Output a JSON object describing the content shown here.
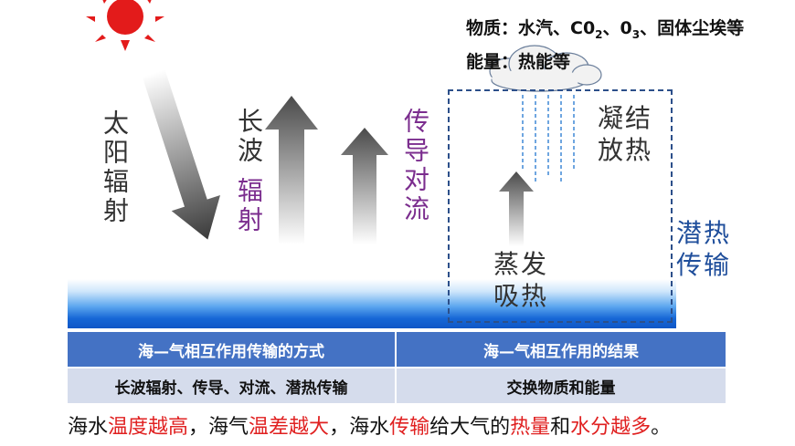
{
  "labels": {
    "solar": "太阳辐射",
    "longwave_1": "长波",
    "longwave_2": "辐射",
    "conduction": "传导对流",
    "condense_1": "凝结",
    "condense_2": "放热",
    "evap_1": "蒸发",
    "evap_2": "吸热",
    "latent_1": "潜热",
    "latent_2": "传输"
  },
  "info": {
    "matter_prefix": "物质：水汽、C0",
    "matter_sub1": "2",
    "matter_mid": "、0",
    "matter_sub2": "3",
    "matter_suffix": "、固体尘埃等",
    "energy": "能量：热能等"
  },
  "table": {
    "headers": [
      "海—气相互作用传输的方式",
      "海—气相互作用的结果"
    ],
    "row": [
      "长波辐射、传导、对流、潜热传输",
      "交换物质和能量"
    ]
  },
  "summary": {
    "p1": "海水",
    "p2": "温度越高",
    "p3": "，海气",
    "p4": "温差越大",
    "p5": "，海水",
    "p6": "传输",
    "p7": "给大气的",
    "p8": "热量",
    "p9": "和",
    "p10": "水分越多",
    "p11": "。"
  },
  "colors": {
    "sun": "#e31b1b",
    "ocean": "#1667d6",
    "purple_text": "#7b2d8e",
    "blue_text": "#1f4e9b",
    "table_header": "#4472c4",
    "table_row": "#d5dcec",
    "highlight": "#e02020"
  },
  "icons": [
    "sun-icon",
    "cloud-icon",
    "rain-lines",
    "arrow-down",
    "arrow-up"
  ]
}
